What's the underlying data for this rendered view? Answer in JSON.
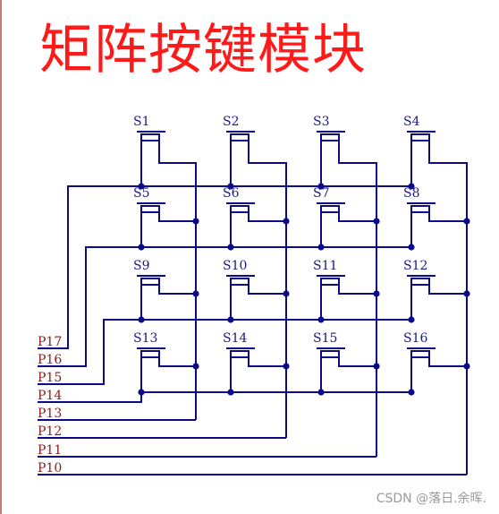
{
  "title": "矩阵按键模块",
  "watermark": "CSDN @落日.余晖.",
  "switch_labels": [
    "S1",
    "S2",
    "S3",
    "S4",
    "S5",
    "S6",
    "S7",
    "S8",
    "S9",
    "S10",
    "S11",
    "S12",
    "S13",
    "S14",
    "S15",
    "S16"
  ],
  "port_labels": [
    "P17",
    "P16",
    "P15",
    "P14",
    "P13",
    "P12",
    "P11",
    "P10"
  ],
  "colors": {
    "title": "#ff1a1a",
    "wire": "#0b0b8a",
    "label": "#1a1a80",
    "port_label": "#8b1a1a",
    "border": "#c97c7c"
  },
  "icons": [
    "switch-symbol",
    "junction-dot"
  ]
}
